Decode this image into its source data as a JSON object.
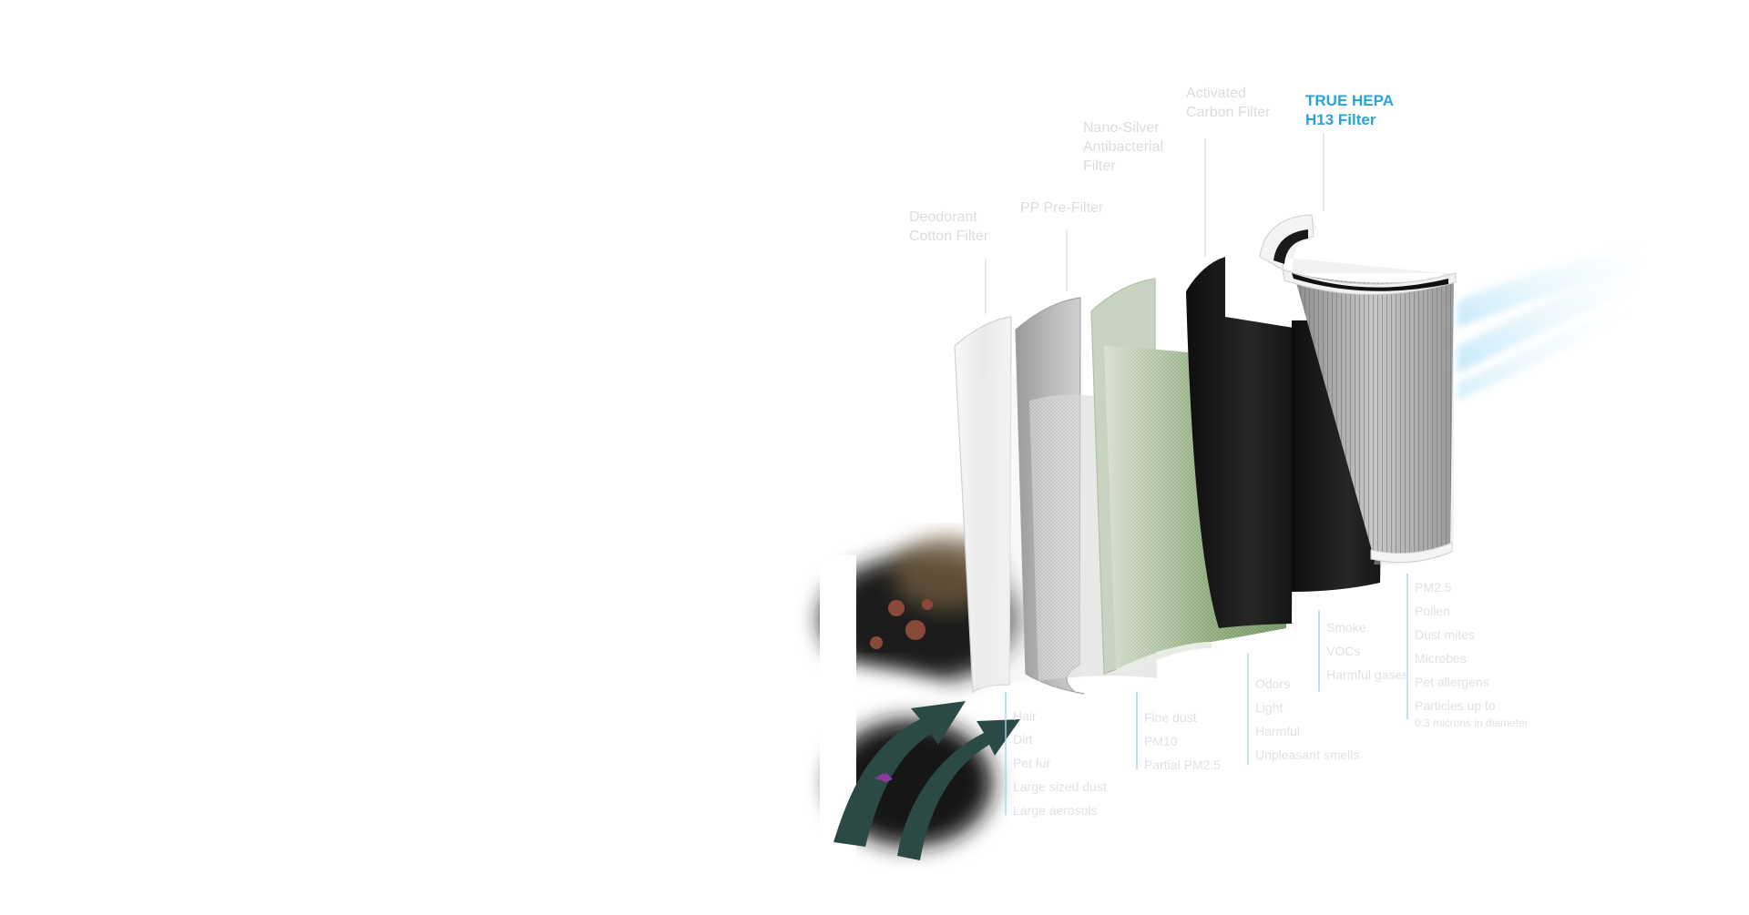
{
  "labels": {
    "deodorant_cotton": "Deodorant\nCotton Filter",
    "pp_pre": "PP Pre-Filter",
    "nano_silver": "Nano-Silver\nAntibacterial\nFilter",
    "activated_carbon": "Activated\nCarbon Filter",
    "true_hepa": "TRUE HEPA\nH13 Filter"
  },
  "captures": {
    "pre": [
      "Hair",
      "Dirt",
      "Pet fur",
      "Large sized dust",
      "Large aerosols"
    ],
    "silver": [
      "Fine dust",
      "PM10",
      "Partial PM2.5"
    ],
    "cotton": [
      "Odors",
      "Light",
      "Harmful",
      "Unpleasant smells"
    ],
    "carbon": [
      "Smoke",
      "VOCs",
      "Harmful gases"
    ],
    "hepa": [
      "PM2.5",
      "Pollen",
      "Dust mites",
      "Microbes",
      "Pet allergens",
      "Particles up to",
      "0.3 microns in diameter"
    ]
  },
  "colors": {
    "accent": "#2aa3dc",
    "label_muted": "#dadde0",
    "leader_line": "#9fd6f0",
    "carbon_black": "#1b1b1b",
    "mesh_green": "#8fac7c"
  }
}
